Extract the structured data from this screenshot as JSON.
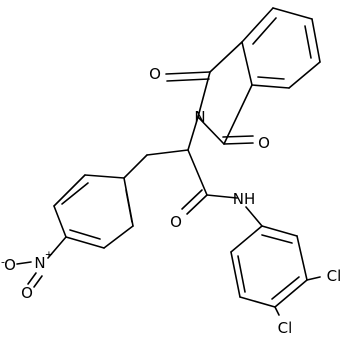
{
  "molecule": {
    "atom_labels": {
      "o_top": "O",
      "o_right": "O",
      "n_imide": "N",
      "o_amide": "O",
      "nh_amide": "NH",
      "cl_upper": "Cl",
      "cl_lower": "Cl",
      "n_nitro": "N",
      "n_nitro_charge": "+",
      "o_nitro_left": "O",
      "o_nitro_left_charge": "-",
      "o_nitro_bottom": "O"
    }
  }
}
